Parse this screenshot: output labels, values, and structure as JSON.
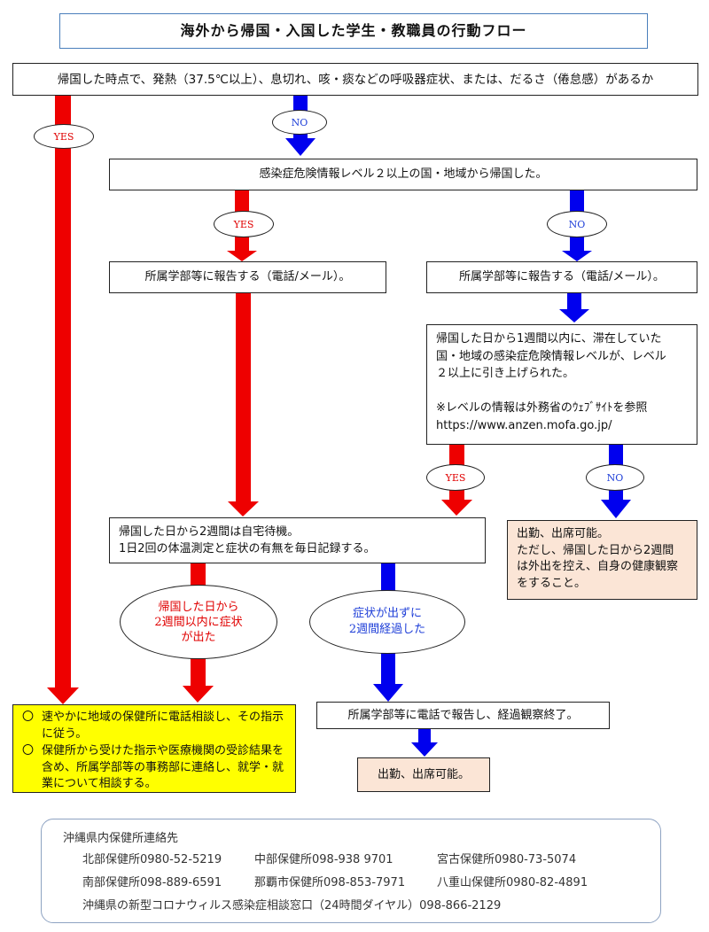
{
  "title": "海外から帰国・入国した学生・教職員の行動フロー",
  "question1": "帰国した時点で、発熱（37.5℃以上）、息切れ、咳・痰などの呼吸器症状、または、だるさ（倦怠感）があるか",
  "question2": "感染症危険情報レベル２以上の国・地域から帰国した。",
  "report_left": "所属学部等に報告する（電話/メール）。",
  "report_right": "所属学部等に報告する（電話/メール）。",
  "raised_level": "帰国した日から1週間以内に、滞在していた\n国・地域の感染症危険情報レベルが、レベル\n２以上に引き上げられた。\n\n※レベルの情報は外務省のｳｪﾌﾞｻｲﾄを参照\nhttps://www.anzen.mofa.go.jp/",
  "attend_with_caution": "出勤、出席可能。\nただし、帰国した日から2週間\nは外出を控え、自身の健康観察\nをすること。",
  "home_wait": "帰国した日から2週間は自宅待機。\n1日2回の体温測定と症状の有無を毎日記録する。",
  "symptom_within": "帰国した日から\n2週間以内に症状\nが出た",
  "no_symptom": "症状が出ずに\n2週間経過した",
  "contact_items": [
    "速やかに地域の保健所に電話相談し、その指示に従う。",
    "保健所から受けた指示や医療機関の受診結果を含め、所属学部等の事務部に連絡し、就学・就業について相談する。"
  ],
  "bullet_symbol": "〇",
  "report_end": "所属学部等に電話で報告し、経過観察終了。",
  "attend_ok": "出勤、出席可能。",
  "labels": {
    "yes": "YES",
    "no": "NO"
  },
  "contacts": {
    "heading": "沖縄県内保健所連絡先",
    "north": "北部保健所0980-52-5219",
    "central": "中部保健所098-938 9701",
    "miyako": "宮古保健所0980-73-5074",
    "south": "南部保健所098-889-6591",
    "naha": "那覇市保健所098-853-7971",
    "yaeyama": "八重山保健所0980-82-4891",
    "hotline": "沖縄県の新型コロナウィルス感染症相談窓口（24時間ダイヤル）098-866-2129"
  },
  "colors": {
    "yes_arrow": "#ee0000",
    "no_arrow": "#0000ee",
    "peach": "#fbe5d6",
    "yellow": "#ffff00",
    "title_border": "#4a7ebb"
  }
}
